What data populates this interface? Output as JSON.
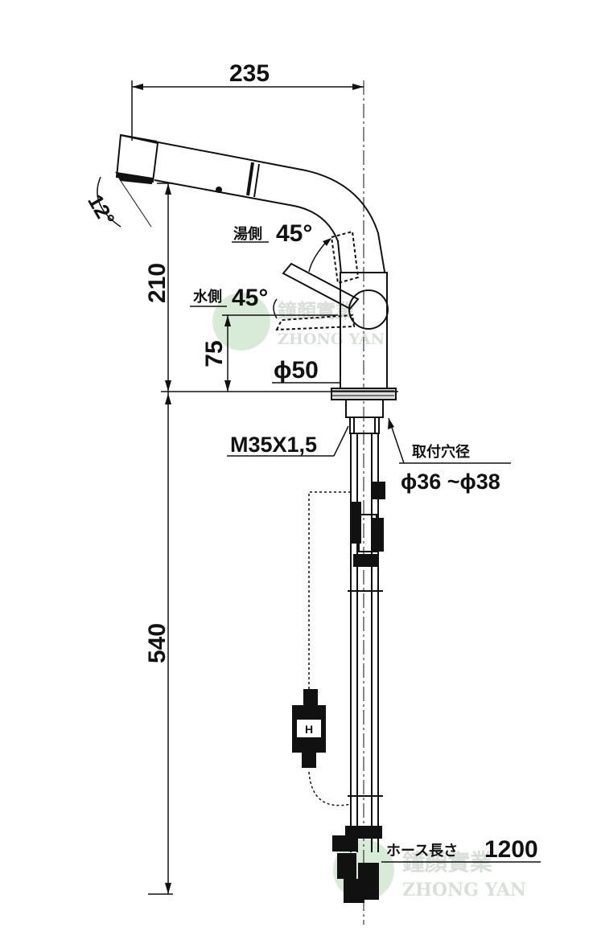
{
  "dimensions": {
    "overall_width": "235",
    "spout_angle": "12°",
    "spout_height": "210",
    "handle_hot_label": "湯側",
    "handle_hot_angle": "45°",
    "handle_cold_label": "水側",
    "handle_cold_angle": "45°",
    "handle_height": "75",
    "body_diameter": "ϕ50",
    "below_counter": "540",
    "thread_size": "M35X1,5",
    "mounting_hole_label": "取付穴径",
    "mounting_hole_range": "ϕ36 ~ϕ38",
    "hose_length_label": "ホース長さ",
    "hose_length": "1200"
  },
  "watermark": {
    "text_cn": "鐘顏實業",
    "text_en": "ZHONG YAN"
  },
  "colors": {
    "line": "#111111",
    "watermark": "#cfd8cf",
    "watermark_logo": "#cfe6cf"
  }
}
